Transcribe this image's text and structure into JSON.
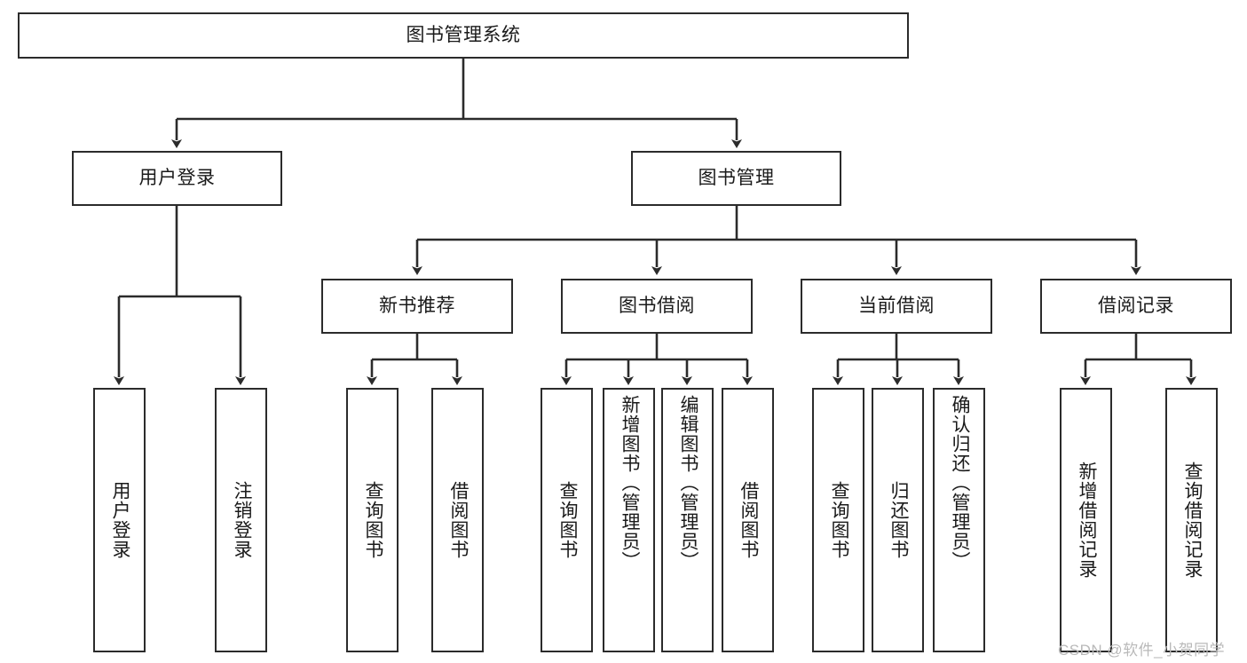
{
  "diagram": {
    "title": "图书管理系统",
    "type": "tree-hierarchy-chart",
    "root": {
      "label": "图书管理系统"
    },
    "level2": [
      {
        "label": "用户登录"
      },
      {
        "label": "图书管理"
      }
    ],
    "level3": [
      {
        "label": "新书推荐"
      },
      {
        "label": "图书借阅"
      },
      {
        "label": "当前借阅"
      },
      {
        "label": "借阅记录"
      }
    ],
    "leaves": {
      "user_login": [
        {
          "label": "用户登录"
        },
        {
          "label": "注销登录"
        }
      ],
      "new_book_recommend": [
        {
          "label": "查询图书"
        },
        {
          "label": "借阅图书"
        }
      ],
      "book_borrow": [
        {
          "label": "查询图书"
        },
        {
          "label": "新增图书（管理员）"
        },
        {
          "label": "编辑图书（管理员）"
        },
        {
          "label": "借阅图书"
        }
      ],
      "current_borrow": [
        {
          "label": "查询图书"
        },
        {
          "label": "归还图书"
        },
        {
          "label": "确认归还（管理员）"
        }
      ],
      "borrow_records": [
        {
          "label": "新增借阅记录"
        },
        {
          "label": "查询借阅记录"
        }
      ]
    }
  },
  "watermark": {
    "text": "CSDN @软件_小贺同学"
  },
  "colors": {
    "stroke": "#2b2b2b",
    "text": "#1a1a1a",
    "background": "#ffffff",
    "watermark": "#b9b9b9"
  }
}
